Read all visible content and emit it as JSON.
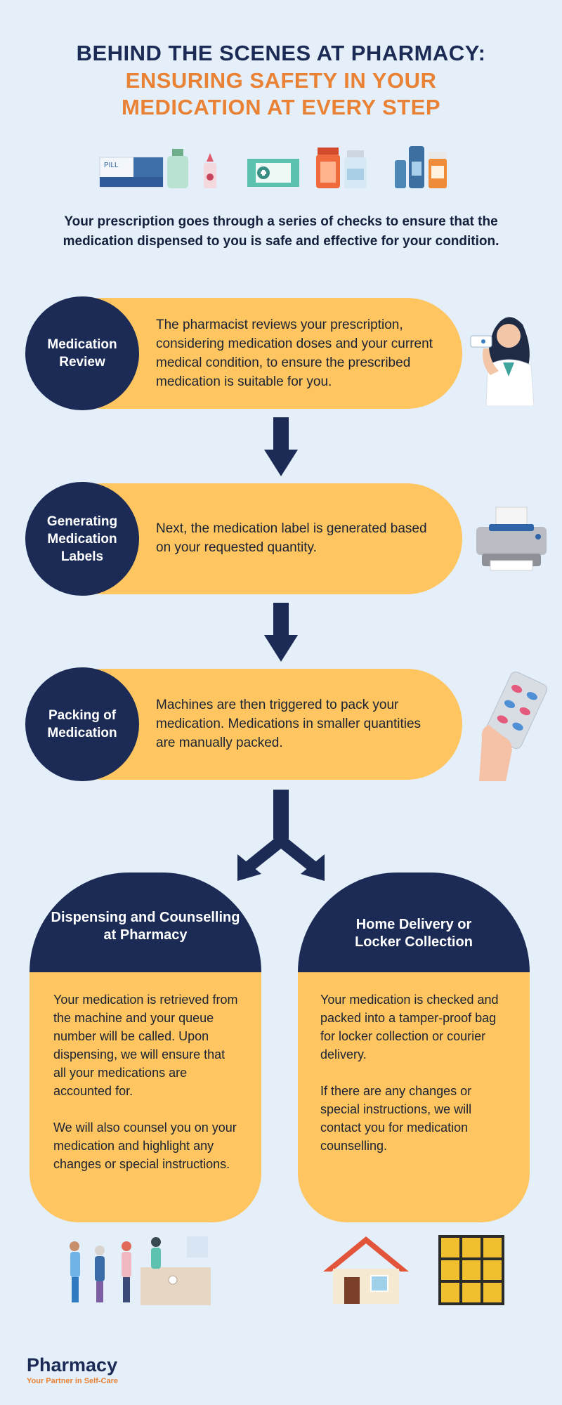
{
  "header": {
    "title_line1": "BEHIND THE SCENES AT PHARMACY:",
    "title_line2": "ENSURING SAFETY IN YOUR",
    "title_line3": "MEDICATION AT EVERY STEP",
    "pill_box_label": "PILL"
  },
  "intro": "Your prescription goes through a series of checks to ensure that the medication dispensed to you is safe and effective for your condition.",
  "steps": [
    {
      "title": "Medication Review",
      "text": "The pharmacist reviews your prescription, considering medication doses and your current medical condition, to ensure the prescribed medication is suitable for you."
    },
    {
      "title": "Generating Medication Labels",
      "text": "Next, the medication label is generated based on your requested quantity."
    },
    {
      "title": "Packing of Medication",
      "text": "Machines are then triggered to pack your medication. Medications in smaller quantities are manually packed."
    }
  ],
  "cards": [
    {
      "title": "Dispensing and Counselling at Pharmacy",
      "paragraphs": [
        "Your medication is retrieved from the machine and your queue number will be called. Upon dispensing, we will ensure that all your medications are accounted for.",
        "We will also counsel you on your medication and highlight any changes or special instructions."
      ]
    },
    {
      "title": "Home Delivery or Locker Collection",
      "paragraphs": [
        "Your medication is checked and packed into a tamper-proof bag for locker collection or courier delivery.",
        "If there are any changes or special instructions, we will contact you for medication counselling."
      ]
    }
  ],
  "footer": {
    "brand": "Pharmacy",
    "tagline": "Your Partner in Self-Care"
  },
  "colors": {
    "background": "#e4eff9",
    "navy": "#1c2b55",
    "orange": "#ea8236",
    "yellow": "#fec560"
  }
}
